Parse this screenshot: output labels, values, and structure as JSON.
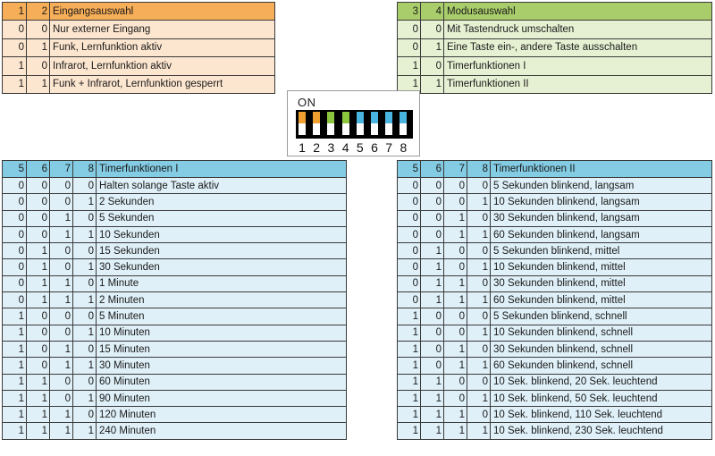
{
  "eingang": {
    "headers": [
      "1",
      "2",
      "Eingangsauswahl"
    ],
    "rows": [
      [
        "0",
        "0",
        "Nur externer Eingang"
      ],
      [
        "0",
        "1",
        "Funk, Lernfunktion aktiv"
      ],
      [
        "1",
        "0",
        "Infrarot, Lernfunktion aktiv"
      ],
      [
        "1",
        "1",
        "Funk + Infrarot, Lernfunktion gesperrt"
      ]
    ]
  },
  "modus": {
    "headers": [
      "3",
      "4",
      "Modusauswahl"
    ],
    "rows": [
      [
        "0",
        "0",
        "Mit Tastendruck umschalten"
      ],
      [
        "0",
        "1",
        "Eine Taste ein-, andere Taste ausschalten"
      ],
      [
        "1",
        "0",
        "Timerfunktionen I"
      ],
      [
        "1",
        "1",
        "Timerfunktionen II"
      ]
    ]
  },
  "dip": {
    "on_label": "ON",
    "switches": [
      {
        "label": "1",
        "color": "#f0a030"
      },
      {
        "label": "2",
        "color": "#f0a030"
      },
      {
        "label": "3",
        "color": "#8cc63f"
      },
      {
        "label": "4",
        "color": "#8cc63f"
      },
      {
        "label": "5",
        "color": "#4ab4e0"
      },
      {
        "label": "6",
        "color": "#4ab4e0"
      },
      {
        "label": "7",
        "color": "#4ab4e0"
      },
      {
        "label": "8",
        "color": "#4ab4e0"
      }
    ]
  },
  "timer1": {
    "headers": [
      "5",
      "6",
      "7",
      "8",
      "Timerfunktionen I"
    ],
    "rows": [
      [
        "0",
        "0",
        "0",
        "0",
        "Halten solange Taste aktiv"
      ],
      [
        "0",
        "0",
        "0",
        "1",
        "2 Sekunden"
      ],
      [
        "0",
        "0",
        "1",
        "0",
        "5 Sekunden"
      ],
      [
        "0",
        "0",
        "1",
        "1",
        "10 Sekunden"
      ],
      [
        "0",
        "1",
        "0",
        "0",
        "15 Sekunden"
      ],
      [
        "0",
        "1",
        "0",
        "1",
        "30 Sekunden"
      ],
      [
        "0",
        "1",
        "1",
        "0",
        "1 Minute"
      ],
      [
        "0",
        "1",
        "1",
        "1",
        "2 Minuten"
      ],
      [
        "1",
        "0",
        "0",
        "0",
        "5 Minuten"
      ],
      [
        "1",
        "0",
        "0",
        "1",
        "10 Minuten"
      ],
      [
        "1",
        "0",
        "1",
        "0",
        "15 Minuten"
      ],
      [
        "1",
        "0",
        "1",
        "1",
        "30 Minuten"
      ],
      [
        "1",
        "1",
        "0",
        "0",
        "60 Minuten"
      ],
      [
        "1",
        "1",
        "0",
        "1",
        "90 Minuten"
      ],
      [
        "1",
        "1",
        "1",
        "0",
        "120 Minuten"
      ],
      [
        "1",
        "1",
        "1",
        "1",
        "240 Minuten"
      ]
    ]
  },
  "timer2": {
    "headers": [
      "5",
      "6",
      "7",
      "8",
      "Timerfunktionen II"
    ],
    "rows": [
      [
        "0",
        "0",
        "0",
        "0",
        "5 Sekunden blinkend, langsam"
      ],
      [
        "0",
        "0",
        "0",
        "1",
        "10 Sekunden blinkend, langsam"
      ],
      [
        "0",
        "0",
        "1",
        "0",
        "30 Sekunden blinkend, langsam"
      ],
      [
        "0",
        "0",
        "1",
        "1",
        "60 Sekunden blinkend, langsam"
      ],
      [
        "0",
        "1",
        "0",
        "0",
        "5 Sekunden blinkend, mittel"
      ],
      [
        "0",
        "1",
        "0",
        "1",
        "10 Sekunden blinkend, mittel"
      ],
      [
        "0",
        "1",
        "1",
        "0",
        "30 Sekunden blinkend, mittel"
      ],
      [
        "0",
        "1",
        "1",
        "1",
        "60 Sekunden blinkend, mittel"
      ],
      [
        "1",
        "0",
        "0",
        "0",
        "5 Sekunden blinkend, schnell"
      ],
      [
        "1",
        "0",
        "0",
        "1",
        "10 Sekunden blinkend, schnell"
      ],
      [
        "1",
        "0",
        "1",
        "0",
        "30 Sekunden blinkend, schnell"
      ],
      [
        "1",
        "0",
        "1",
        "1",
        "60 Sekunden blinkend, schnell"
      ],
      [
        "1",
        "1",
        "0",
        "0",
        "10 Sek. blinkend, 20 Sek. leuchtend"
      ],
      [
        "1",
        "1",
        "0",
        "1",
        "10 Sek. blinkend, 50 Sek. leuchtend"
      ],
      [
        "1",
        "1",
        "1",
        "0",
        "10 Sek. blinkend, 110 Sek. leuchtend"
      ],
      [
        "1",
        "1",
        "1",
        "1",
        "10 Sek. blinkend, 230 Sek. leuchtend"
      ]
    ]
  }
}
